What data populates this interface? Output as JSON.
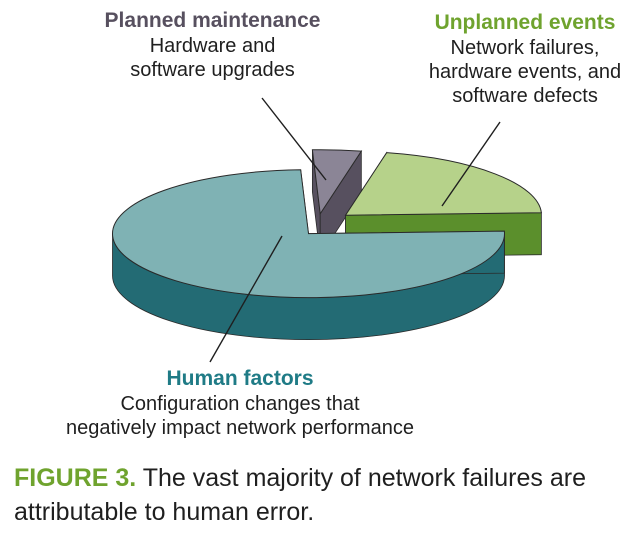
{
  "colors": {
    "planned": "#8b8596",
    "planned_dark": "#57505f",
    "unplanned": "#b6d28a",
    "unplanned_dark": "#5b8f2c",
    "human": "#7fb2b4",
    "human_dark": "#236b74",
    "unplanned_title": "#6fa32e",
    "human_title": "#1f7b86",
    "caption_label": "#6fa32e"
  },
  "labels": {
    "planned": {
      "title": "Planned maintenance",
      "line1": "Hardware and",
      "line2": "software upgrades"
    },
    "unplanned": {
      "title": "Unplanned events",
      "line1": "Network failures,",
      "line2": "hardware events, and",
      "line3": "software defects"
    },
    "human": {
      "title": "Human factors",
      "line1": "Configuration changes that",
      "line2": "negatively impact network performance"
    }
  },
  "caption": {
    "label": "FIGURE 3.",
    "text": "The vast majority of network failures are attributable to human error."
  },
  "chart_data": {
    "type": "pie",
    "style": "3d-exploded",
    "categories": [
      "Planned maintenance",
      "Unplanned events",
      "Human factors"
    ],
    "values": [
      4,
      21,
      75
    ],
    "unit": "percent (estimated from slice sizes)"
  }
}
